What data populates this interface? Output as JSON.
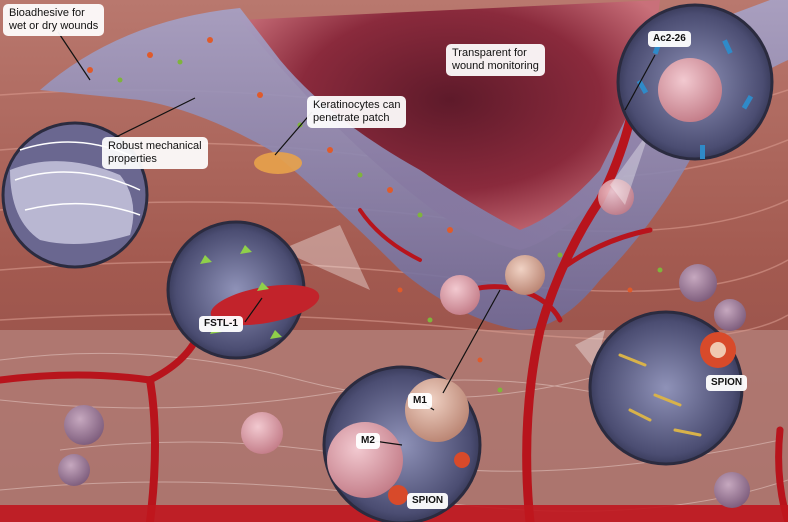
{
  "labels": {
    "bioadhesive": "Bioadhesive for\nwet or dry wounds",
    "transparent": "Transparent for\nwound monitoring",
    "keratinocytes": "Keratinocytes can\npenetrate patch",
    "robust": "Robust mechanical\nproperties"
  },
  "insets": {
    "ac2": "Ac2-26",
    "fstl": "FSTL-1",
    "m1": "M1",
    "m2": "M2",
    "spion_bottom": "SPION",
    "spion_right": "SPION"
  }
}
